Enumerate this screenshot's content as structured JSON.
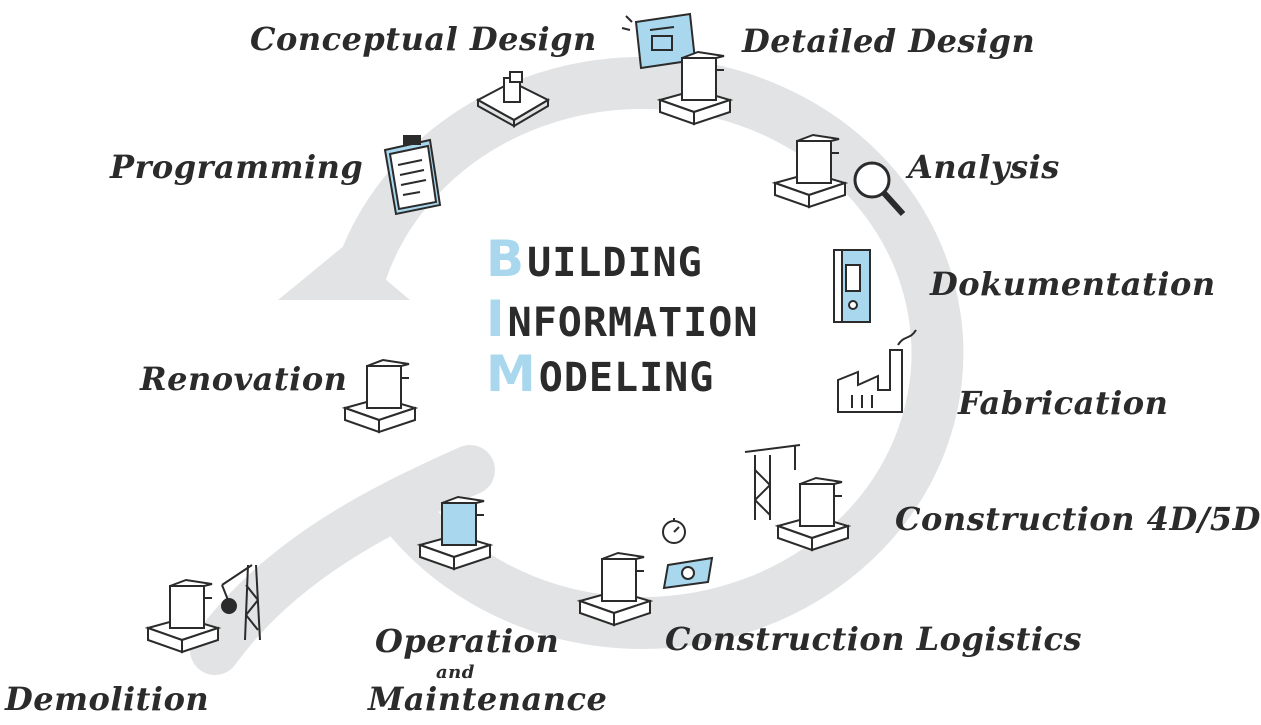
{
  "title": {
    "line1_initial": "B",
    "line1_rest": "UILDING",
    "line2_initial": "I",
    "line2_rest": "NFORMATION",
    "line3_initial": "M",
    "line3_rest": "ODELING"
  },
  "stages": {
    "conceptual_design": "Conceptual Design",
    "detailed_design": "Detailed Design",
    "analysis": "Analysis",
    "dokumentation": "Dokumentation",
    "fabrication": "Fabrication",
    "construction_4d5d": "Construction 4D/5D",
    "construction_logistics": "Construction Logistics",
    "operation": "Operation",
    "and": "and",
    "maintenance": "Maintenance",
    "demolition": "Demolition",
    "renovation": "Renovation",
    "programming": "Programming"
  },
  "colors": {
    "accent_blue": "#a9d8ee",
    "ring_gray": "#e2e3e4",
    "ink": "#2b2b2b"
  },
  "icons": [
    "massing-model-icon",
    "blueprint-icon",
    "clipboard-icon",
    "magnifying-glass-icon",
    "binder-icon",
    "factory-icon",
    "tower-crane-icon",
    "stopwatch-icon",
    "euro-banknote-icon",
    "wrecking-ball-crane-icon",
    "computer-workstation-icon"
  ]
}
